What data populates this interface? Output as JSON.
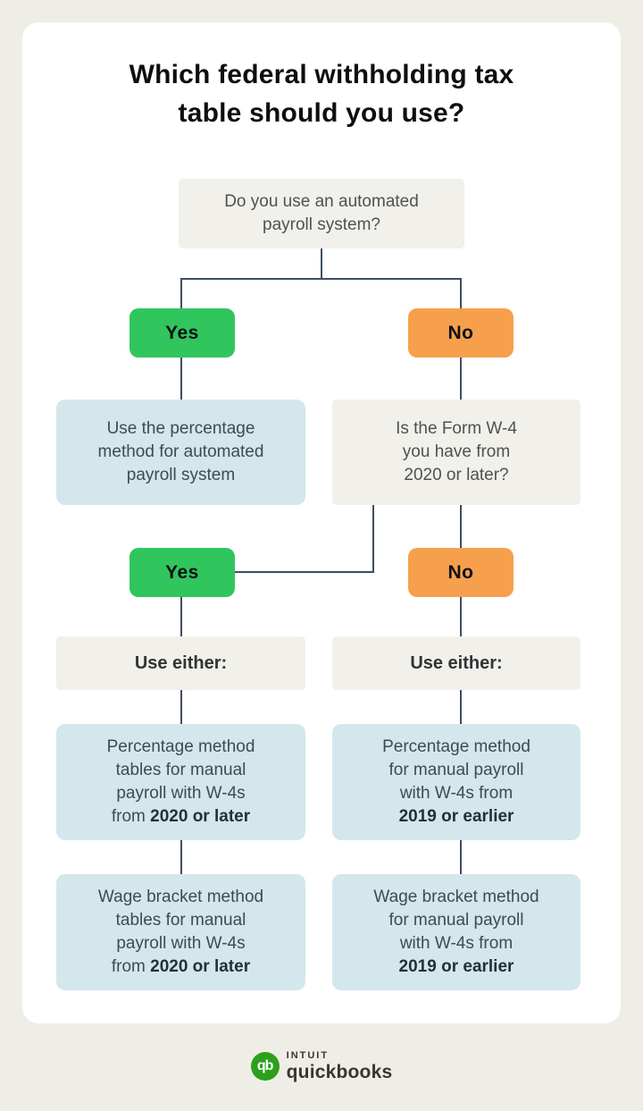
{
  "title_lines": [
    "Which federal withholding tax",
    "table should you use?"
  ],
  "flow": {
    "q1_lines": [
      "Do you use an automated",
      "payroll system?"
    ],
    "yes_label": "Yes",
    "no_label": "No",
    "auto_result_lines": [
      "Use the percentage",
      "method for automated",
      "payroll system"
    ],
    "q2_lines": [
      "Is the Form W-4",
      "you have from",
      "2020 or later?"
    ],
    "use_either_label": "Use either:",
    "percentage_2020_lines": [
      "Percentage method",
      "tables for manual",
      "payroll with W-4s",
      "from **2020 or later**"
    ],
    "percentage_2019_lines": [
      "Percentage method",
      "for manual payroll",
      "with W-4s from",
      "**2019 or earlier**"
    ],
    "wage_2020_lines": [
      "Wage bracket method",
      "tables for manual",
      "payroll with W-4s",
      "from **2020 or later**"
    ],
    "wage_2019_lines": [
      "Wage bracket method",
      "for manual payroll",
      "with W-4s from",
      "**2019 or earlier**"
    ]
  },
  "footer": {
    "qb_monogram": "qb",
    "intuit": "INTUIT",
    "quickbooks": "quickbooks"
  },
  "colors": {
    "page_bg": "#efeee6",
    "card_bg": "#ffffff",
    "gray_box": "#f1f0ea",
    "blue_box": "#d3e7ec",
    "yes_green": "#31c55e",
    "no_orange": "#f6a04d",
    "connector": "#3e4d63",
    "logo_green": "#2ca01c",
    "title_text": "#0e0e0e"
  }
}
